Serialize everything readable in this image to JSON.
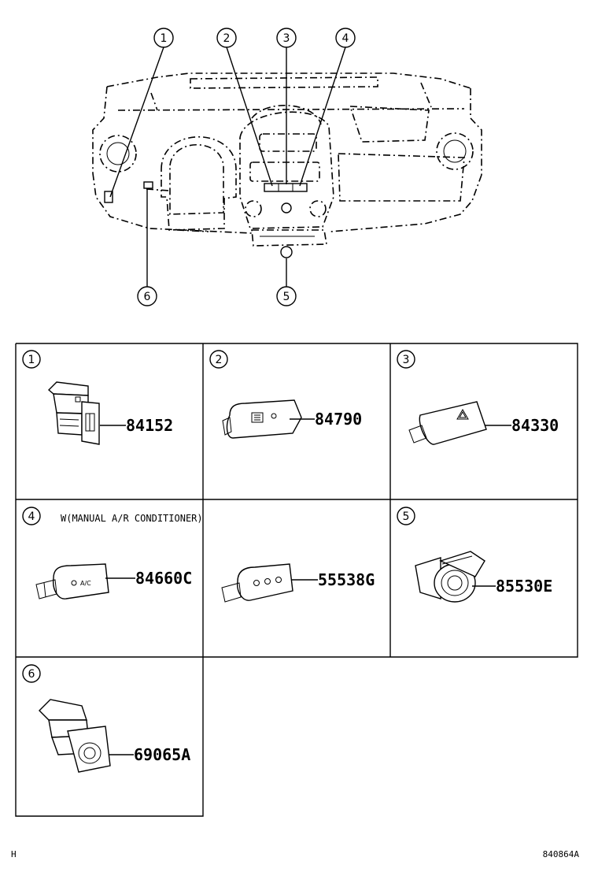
{
  "callouts": {
    "c1": "1",
    "c2": "2",
    "c3": "3",
    "c4": "4",
    "c5": "5",
    "c6": "6"
  },
  "panels": {
    "p1": {
      "index": "1",
      "part": "84152"
    },
    "p2": {
      "index": "2",
      "part": "84790"
    },
    "p3": {
      "index": "3",
      "part": "84330"
    },
    "p4": {
      "index": "4",
      "note": "W(MANUAL A/R CONDITIONER)",
      "part_a": "84660C",
      "part_b": "55538G"
    },
    "p5": {
      "index": "5",
      "part": "85530E"
    },
    "p6": {
      "index": "6",
      "part": "69065A"
    }
  },
  "labels": {
    "ac": "A/C"
  },
  "footer": {
    "left": "H",
    "right": "840864A"
  }
}
